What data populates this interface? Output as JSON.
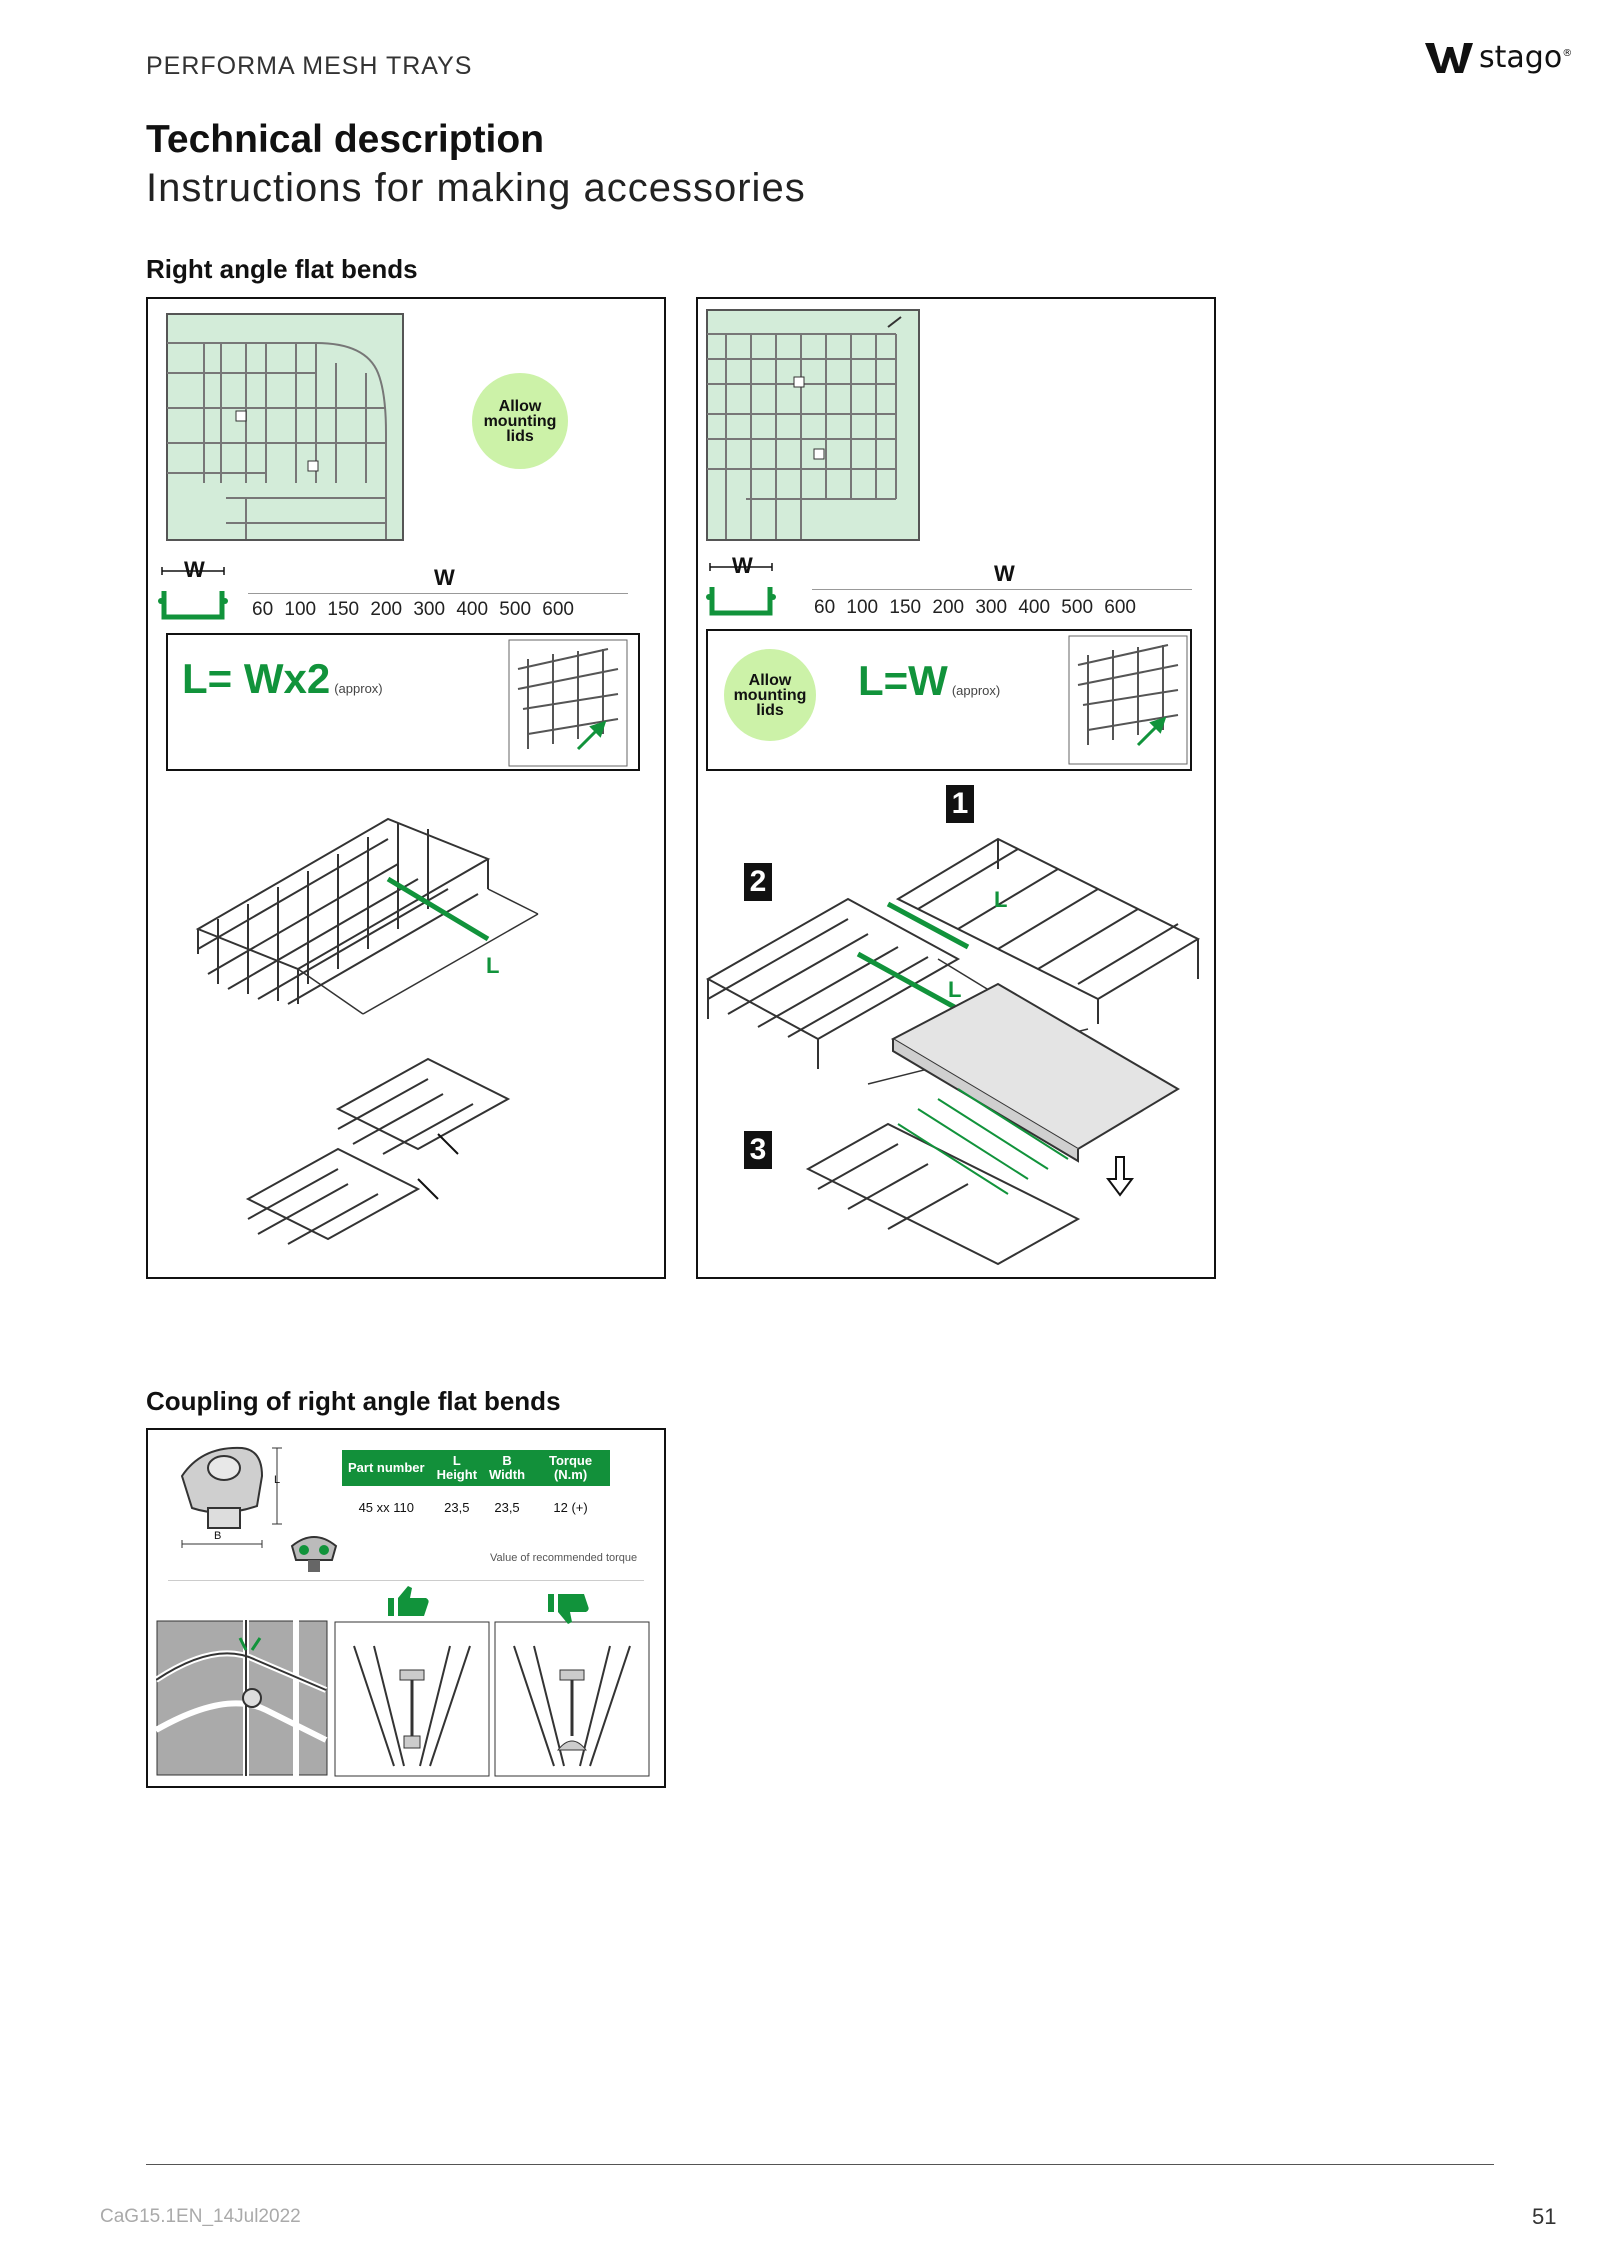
{
  "header": {
    "series": "PERFORMA MESH TRAYS",
    "brand": "stago",
    "brand_mark": "®",
    "title": "Technical description",
    "subtitle": "Instructions for making accessories"
  },
  "section1": {
    "heading": "Right angle flat bends",
    "left_panel": {
      "badge_lines": [
        "Allow",
        "mounting",
        "lids"
      ],
      "w_small": "W",
      "w_header": "W",
      "w_values": "60 100 150 200 300 400 500 600",
      "formula": "L= Wx2",
      "approx": "(approx)",
      "dim_label": "L"
    },
    "right_panel": {
      "badge_lines": [
        "Allow",
        "mounting",
        "lids"
      ],
      "w_small": "W",
      "w_header": "W",
      "w_values": "60 100 150 200 300 400 500 600",
      "formula": "L=W",
      "approx": "(approx)",
      "steps": [
        "1",
        "2",
        "3"
      ],
      "dim_label_1": "L",
      "dim_label_2": "L"
    }
  },
  "section2": {
    "heading": "Coupling of right angle flat bends",
    "dim_l": "L",
    "dim_b": "B",
    "table": {
      "headers": [
        {
          "line1": "",
          "line2": "Part number"
        },
        {
          "line1": "L",
          "line2": "Height"
        },
        {
          "line1": "B",
          "line2": "Width"
        },
        {
          "line1": "Torque",
          "line2": "(N.m)"
        }
      ],
      "row": [
        "45 xx 110",
        "23,5",
        "23,5",
        "12 (+)"
      ]
    },
    "torque_note": "Value of recommended torque"
  },
  "footer": {
    "code": "CaG15.1EN_14Jul2022",
    "page": "51"
  },
  "colors": {
    "accent_green": "#11933b",
    "light_green": "#ccf2a8",
    "plan_bg": "#d3ecd9"
  }
}
